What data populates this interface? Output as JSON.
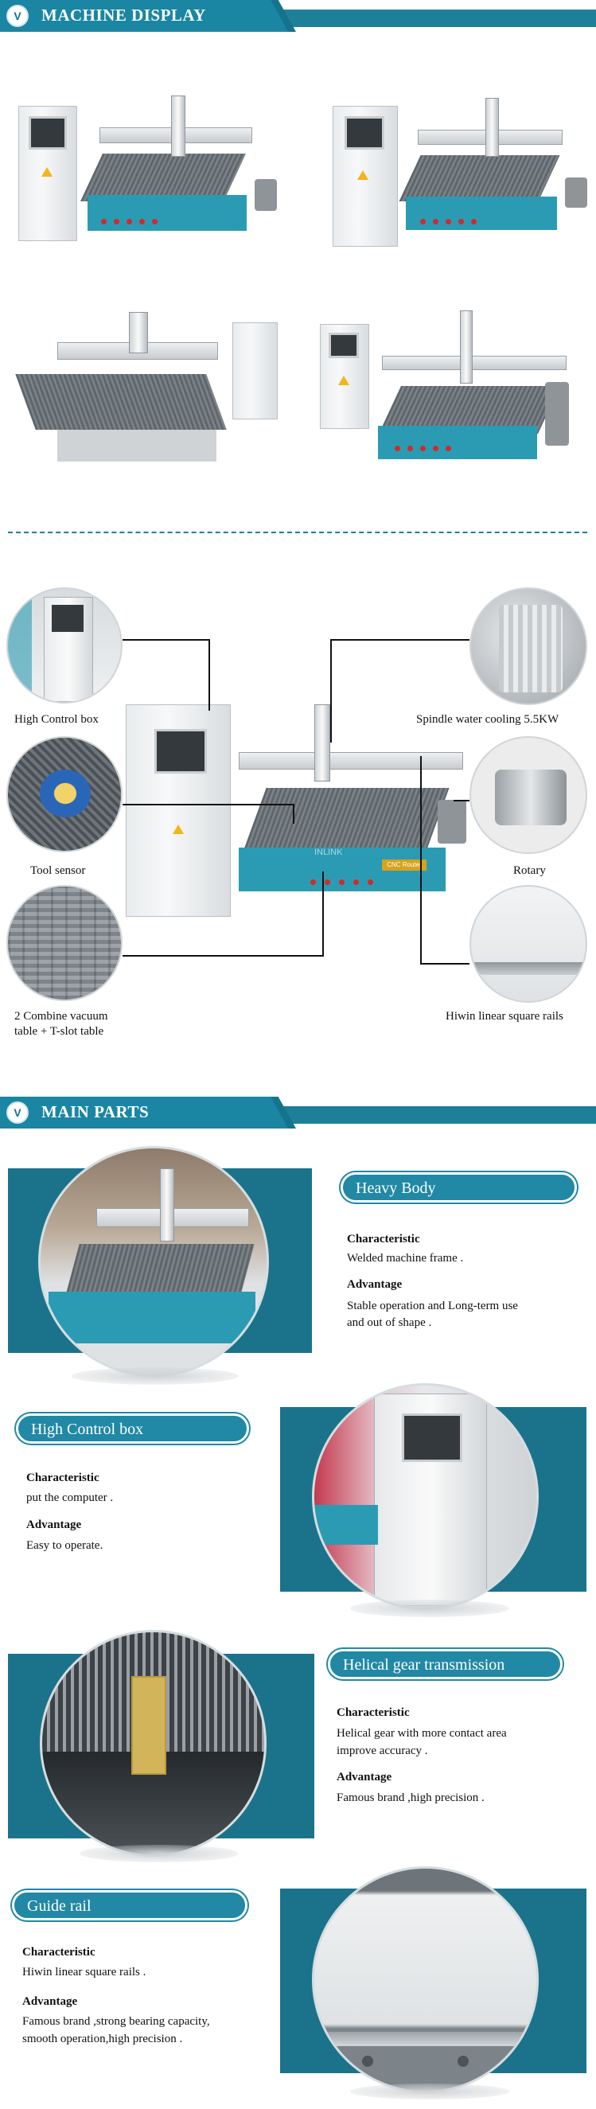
{
  "sections": {
    "machine_display": {
      "badge": "V",
      "title": "MACHINE DISPLAY"
    },
    "main_parts": {
      "badge": "V",
      "title": "MAIN PARTS"
    }
  },
  "callouts": {
    "high_control_box": "High Control box",
    "spindle": "Spindle water cooling 5.5KW",
    "tool_sensor": "Tool sensor",
    "rotary": "Rotary",
    "vacuum_line1": "2 Combine vacuum",
    "vacuum_line2": "table + T-slot table",
    "rails": "Hiwin linear square rails"
  },
  "machine_branding": {
    "plate": "CNC Router",
    "logo": "INLINK"
  },
  "parts": [
    {
      "title": "Heavy Body",
      "char_label": "Characteristic",
      "char_text": "Welded machine frame .",
      "adv_label": "Advantage",
      "adv_text_1": "Stable operation and Long-term use",
      "adv_text_2": "and out of shape ."
    },
    {
      "title": "High Control box",
      "char_label": "Characteristic",
      "char_text": "put the computer .",
      "adv_label": "Advantage",
      "adv_text_1": "Easy to operate.",
      "adv_text_2": ""
    },
    {
      "title": "Helical gear transmission",
      "char_label": "Characteristic",
      "char_text_1": "Helical gear with more contact area",
      "char_text_2": "improve accuracy .",
      "adv_label": "Advantage",
      "adv_text_1": "Famous brand ,high precision .",
      "adv_text_2": ""
    },
    {
      "title": "Guide rail",
      "char_label": "Characteristic",
      "char_text": "Hiwin linear square rails .",
      "adv_label": "Advantage",
      "adv_text_1": "Famous brand ,strong bearing capacity,",
      "adv_text_2": "smooth operation,high precision ."
    }
  ],
  "colors": {
    "teal_dark": "#15738c",
    "teal": "#1e7f99",
    "pill": "#2188a5",
    "machine_blue": "#2b9bb3"
  }
}
